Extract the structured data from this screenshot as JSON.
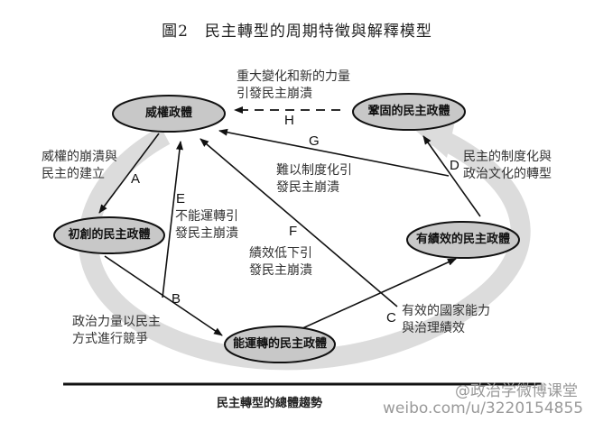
{
  "title": "圖2　民主轉型的周期特徵與解釋模型",
  "nodes": {
    "authoritarian": "威權政體",
    "consolidated": "鞏固的民主政體",
    "nascent": "初創的民主政體",
    "performing": "有績效的民主政體",
    "functioning": "能運轉的民主政體"
  },
  "edges": {
    "A": {
      "letter": "A",
      "text1": "威權的崩潰與",
      "text2": "民主的建立"
    },
    "B": {
      "letter": "B",
      "text1": "政治力量以民主",
      "text2": "方式進行競爭"
    },
    "C": {
      "letter": "C",
      "text1": "有效的國家能力",
      "text2": "與治理績效"
    },
    "D": {
      "letter": "D",
      "text1": "民主的制度化與",
      "text2": "政治文化的轉型"
    },
    "E": {
      "letter": "E",
      "text1": "不能運轉引",
      "text2": "發民主崩潰"
    },
    "F": {
      "letter": "F",
      "text1": "績效低下引",
      "text2": "發民主崩潰"
    },
    "G": {
      "letter": "G",
      "text1": "難以制度化引",
      "text2": "發民主崩潰"
    },
    "H": {
      "letter": "H",
      "text1": "重大變化和新的力量",
      "text2": "引發民主崩潰"
    }
  },
  "caption": "民主轉型的總體趨勢",
  "watermark": {
    "handle": "@政治学微博课堂",
    "url": "weibo.com/u/3220154855"
  }
}
